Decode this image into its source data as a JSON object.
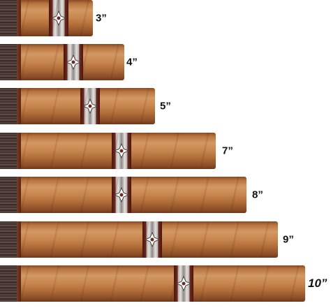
{
  "cigars": [
    {
      "length_label": "3”"
    },
    {
      "length_label": "4”"
    },
    {
      "length_label": "5”"
    },
    {
      "length_label": "7”"
    },
    {
      "length_label": "8”"
    },
    {
      "length_label": "9”"
    },
    {
      "length_label": "10”"
    }
  ],
  "colors": {
    "wrapper": "#c9884f",
    "ash": "#3a2a26",
    "band_red": "#6e2a1f",
    "band_silver": "#e5e1de",
    "label": "#111111"
  },
  "icons": {
    "band_emblem": "fleur-de-lis-icon"
  }
}
